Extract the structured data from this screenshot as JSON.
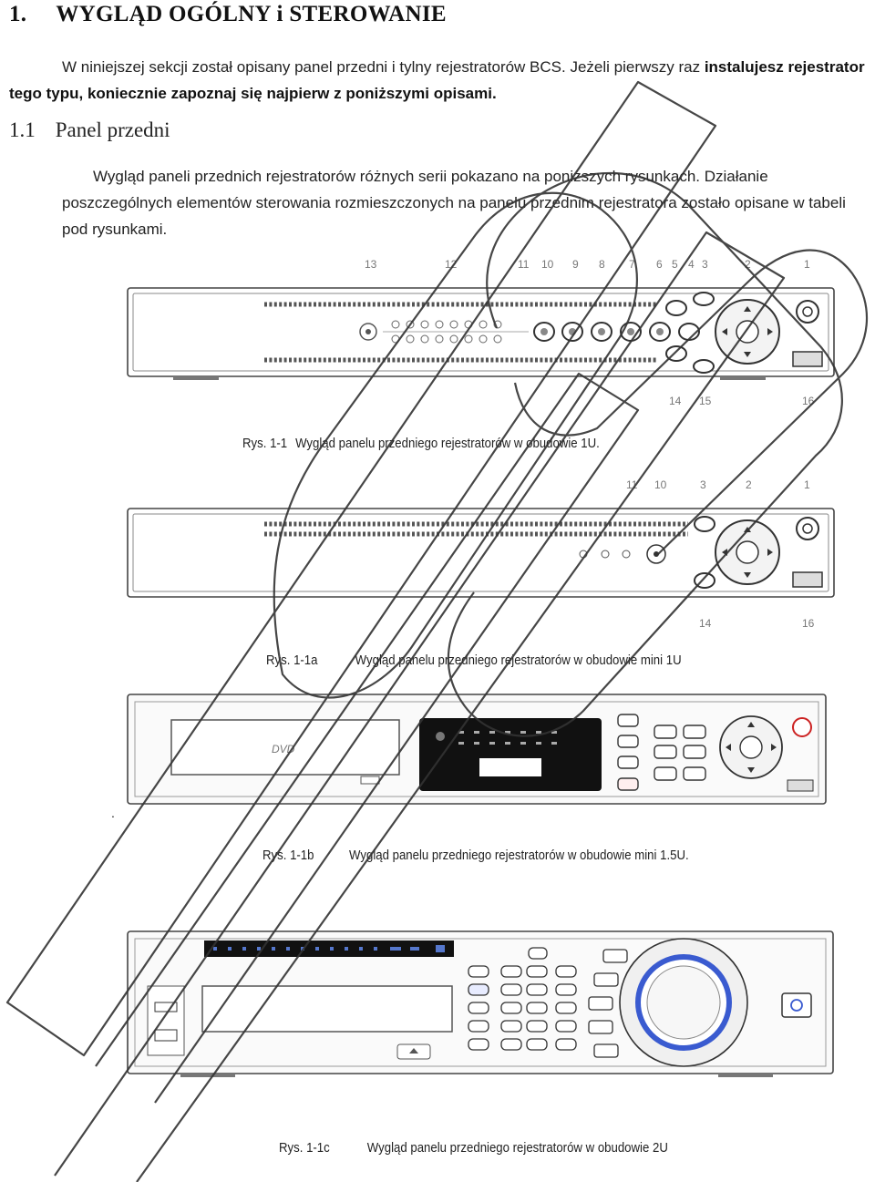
{
  "heading1": {
    "number": "1.",
    "text": "WYGLĄD OGÓLNY i STEROWANIE"
  },
  "intro": {
    "part1": "W niniejszej sekcji został opisany panel przedni i tylny rejestratorów BCS. Jeżeli pierwszy raz ",
    "bold": "instalujesz rejestrator tego typu, koniecznie zapoznaj się najpierw z poniższymi opisami."
  },
  "heading2": {
    "number": "1.1",
    "text": "Panel przedni"
  },
  "section_text": "Wygląd paneli przednich rejestratorów różnych serii pokazano na poniższych rysunkach. Działanie poszczególnych elementów sterowania rozmieszczonych na panelu przednim rejestratora zostało opisane w tabeli pod rysunkami.",
  "figure1": {
    "top_callouts": [
      "13",
      "12",
      "11",
      "10",
      "9",
      "8",
      "7",
      "6",
      "5",
      "4",
      "3",
      "2",
      "1"
    ],
    "bottom_callouts": [
      "14",
      "15",
      "16"
    ],
    "caption_label": "Rys. 1-1",
    "caption_text": "Wygląd panelu przedniego rejestratorów w obudowie 1U."
  },
  "figure2": {
    "top_callouts": [
      "11",
      "10",
      "3",
      "2",
      "1"
    ],
    "bottom_callouts": [
      "14",
      "16"
    ],
    "caption_label": "Rys. 1-1a",
    "caption_text": "Wygląd panelu przedniego rejestratorów w obudowie mini 1U"
  },
  "figure3": {
    "dot": ".",
    "caption_label": "Rys. 1-1b",
    "caption_text": "Wygląd panelu przedniego rejestratorów w obudowie mini 1.5U."
  },
  "figure4": {
    "caption_label": "Rys. 1-1c",
    "caption_text": "Wygląd panelu przedniego rejestratorów w obudowie 2U"
  },
  "colors": {
    "panel_line": "#555555",
    "led_display": "#111111",
    "jog_ring": "#3a5bd0",
    "power_red": "#cc2222"
  }
}
